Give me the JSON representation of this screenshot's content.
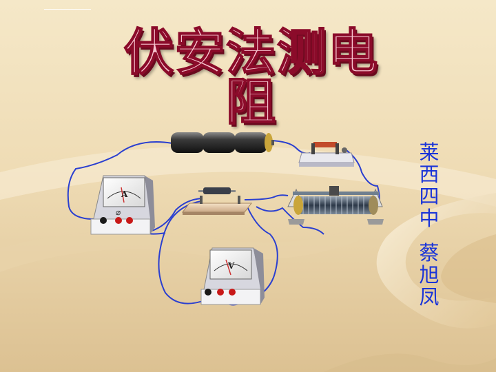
{
  "slide": {
    "title": "伏安法测电阻",
    "author_lines": [
      "莱",
      "西",
      "四",
      "中",
      "",
      "蔡",
      "旭",
      "凤"
    ]
  },
  "ammeter": {
    "symbol": "A"
  },
  "voltmeter": {
    "symbol": "V"
  },
  "colors": {
    "background": "#f0dfba",
    "title_fill": "#f7c4cf",
    "title_stroke": "#8b0b2a",
    "author": "#1a34d8",
    "wire": "#2a3fd0"
  }
}
